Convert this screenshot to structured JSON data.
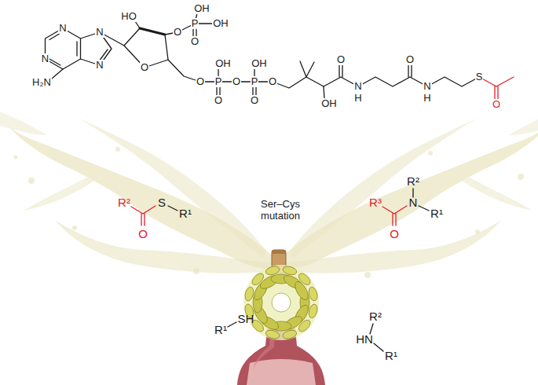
{
  "diagram": {
    "labels": [
      "N",
      "N",
      "N",
      "N",
      "H₂N",
      "HO",
      "O",
      "P",
      "OH",
      "OH",
      "O",
      "O",
      "O",
      "P",
      "OH",
      "O",
      "O",
      "P",
      "OH",
      "O",
      "O",
      "OH",
      "O",
      "N",
      "H",
      "O",
      "N",
      "H",
      "S",
      "O",
      "R²",
      "S",
      "R¹",
      "O",
      "Ser–Cys mutation",
      "R³",
      "R²",
      "N",
      "R¹",
      "O",
      "R¹",
      "SH",
      "R²",
      "HN",
      "R¹"
    ]
  }
}
